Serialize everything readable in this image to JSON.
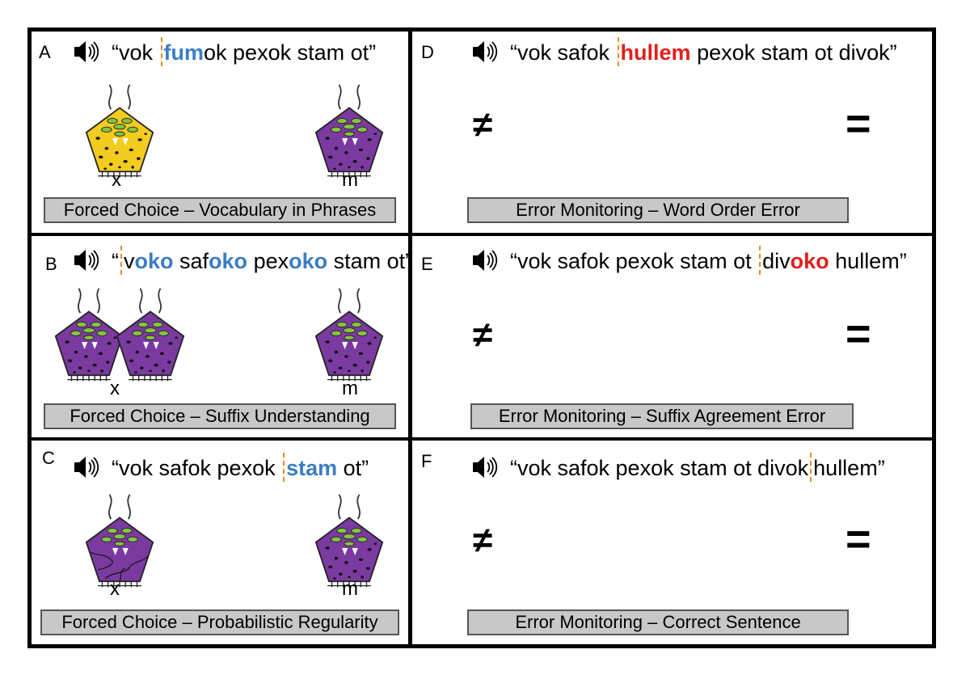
{
  "panels": {
    "A": {
      "letter": "A",
      "sentence_pre": "“vok ",
      "sentence_hl": "fum",
      "sentence_post": "ok pexok stam ot”",
      "choice_left": "x",
      "choice_right": "m",
      "caption": "Forced Choice – Vocabulary in Phrases"
    },
    "B": {
      "letter": "B",
      "sentence_open": "“",
      "p1": "v",
      "h1": "oko",
      "p2": " saf",
      "h2": "oko",
      "p3": " pex",
      "h3": "oko",
      "p4": " stam ot”",
      "choice_left": "x",
      "choice_right": "m",
      "caption": "Forced Choice – Suffix Understanding"
    },
    "C": {
      "letter": "C",
      "sentence_pre": "“vok safok pexok ",
      "sentence_hl": "stam",
      "sentence_post": " ot”",
      "choice_left": "x",
      "choice_right": "m",
      "caption": "Forced Choice – Probabilistic Regularity"
    },
    "D": {
      "letter": "D",
      "sentence_pre": "“vok safok ",
      "sentence_hl": "hullem",
      "sentence_post": " pexok stam ot divok”",
      "neq": "≠",
      "eq": "=",
      "caption": "Error Monitoring – Word Order Error"
    },
    "E": {
      "letter": "E",
      "sentence_pre": "“vok safok pexok stam ot ",
      "sentence_mid": "div",
      "sentence_hl": "oko",
      "sentence_post": " hullem”",
      "neq": "≠",
      "eq": "=",
      "caption": "Error Monitoring – Suffix Agreement Error"
    },
    "F": {
      "letter": "F",
      "sentence_pre": "“vok safok pexok stam ot divok",
      "sentence_post": "hullem”",
      "neq": "≠",
      "eq": "=",
      "caption": "Error Monitoring – Correct Sentence"
    }
  },
  "colors": {
    "highlight_blue": "#3b7dc4",
    "highlight_red": "#e0201b",
    "segment_marker": "#f08a24",
    "creature_yellow": "#f2cc1e",
    "creature_purple": "#7a3aa0",
    "eyes_green": "#86c440",
    "caption_bg": "#c8c8c8"
  },
  "icons": {
    "audio": "speaker-sound-icon",
    "creature": "alien-creature-icon"
  }
}
